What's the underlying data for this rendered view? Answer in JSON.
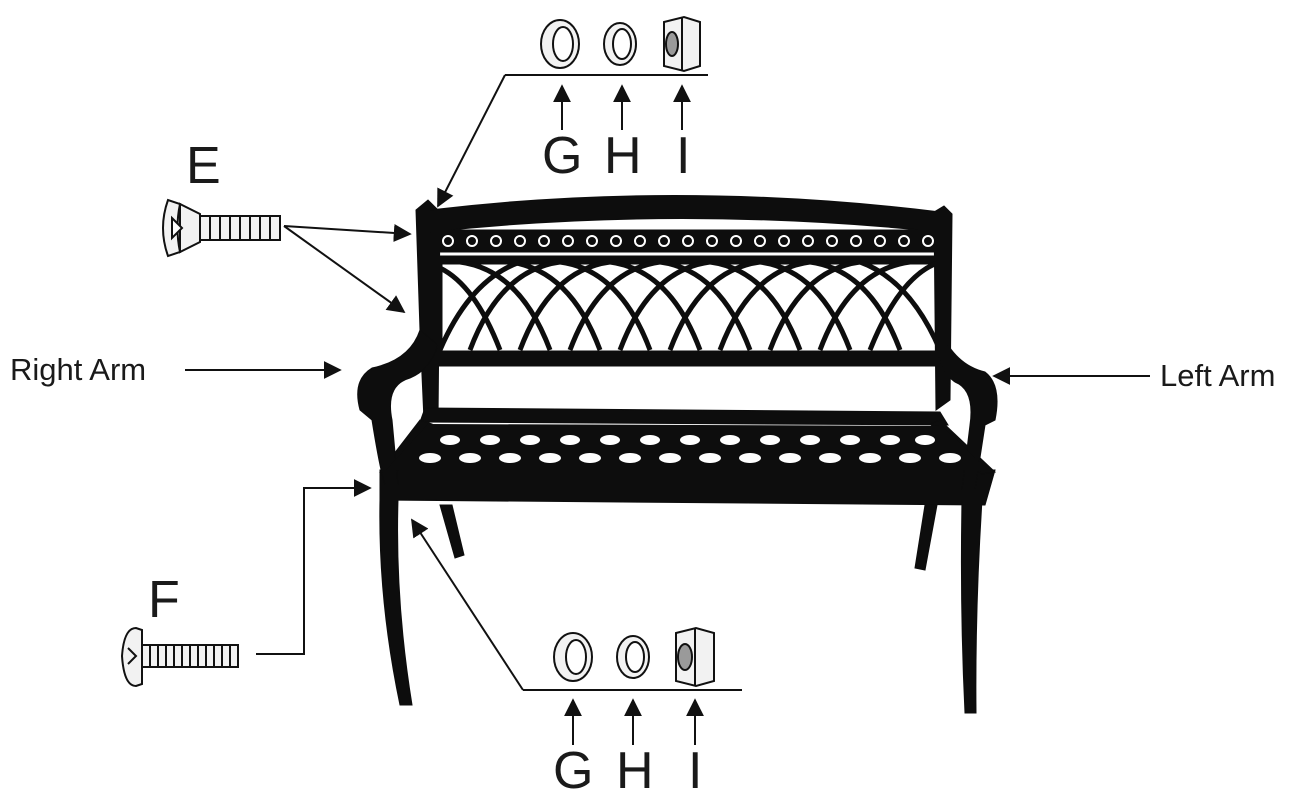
{
  "labels": {
    "screw_e": "E",
    "bolt_f": "F",
    "right_arm": "Right Arm",
    "left_arm": "Left Arm",
    "top_g": "G",
    "top_h": "H",
    "top_i": "I",
    "bottom_g": "G",
    "bottom_h": "H",
    "bottom_i": "I"
  },
  "colors": {
    "ink": "#111111",
    "bench": "#0d0d0d",
    "hardware_fill": "#f2f2f2",
    "hardware_shade": "#9a9a9a"
  }
}
